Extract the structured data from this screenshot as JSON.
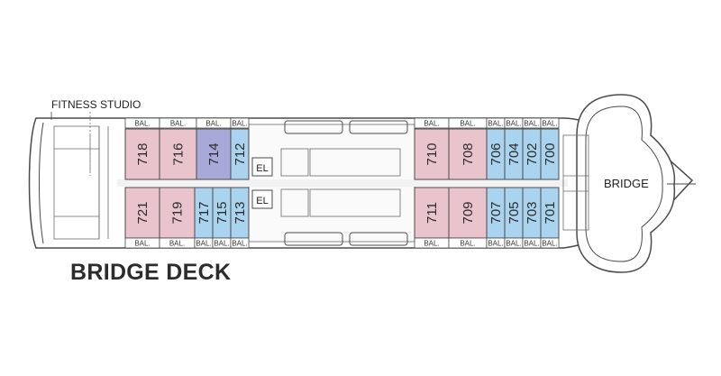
{
  "deck_title": "BRIDGE DECK",
  "labels": {
    "fitness": "FITNESS STUDIO",
    "bridge": "BRIDGE",
    "elevator": "EL",
    "balcony": "BAL."
  },
  "colors": {
    "outline": "#4a4a4a",
    "pink_cabin": "#e9c4cd",
    "blue_cabin": "#a9d3ee",
    "purple_cabin": "#a9a9d9",
    "hull_fill": "#ffffff",
    "corridor": "#f2f2f2"
  },
  "cabins": {
    "top_row": [
      {
        "number": "718",
        "type": "pink"
      },
      {
        "number": "716",
        "type": "pink"
      },
      {
        "number": "714",
        "type": "purple"
      },
      {
        "number": "712",
        "type": "blue"
      },
      {
        "number": "710",
        "type": "pink"
      },
      {
        "number": "708",
        "type": "pink"
      },
      {
        "number": "706",
        "type": "blue"
      },
      {
        "number": "704",
        "type": "blue"
      },
      {
        "number": "702",
        "type": "blue"
      },
      {
        "number": "700",
        "type": "blue"
      }
    ],
    "bottom_row": [
      {
        "number": "721",
        "type": "pink"
      },
      {
        "number": "719",
        "type": "pink"
      },
      {
        "number": "717",
        "type": "blue"
      },
      {
        "number": "715",
        "type": "blue"
      },
      {
        "number": "713",
        "type": "blue"
      },
      {
        "number": "711",
        "type": "pink"
      },
      {
        "number": "709",
        "type": "pink"
      },
      {
        "number": "707",
        "type": "blue"
      },
      {
        "number": "705",
        "type": "blue"
      },
      {
        "number": "703",
        "type": "blue"
      },
      {
        "number": "701",
        "type": "blue"
      }
    ]
  }
}
